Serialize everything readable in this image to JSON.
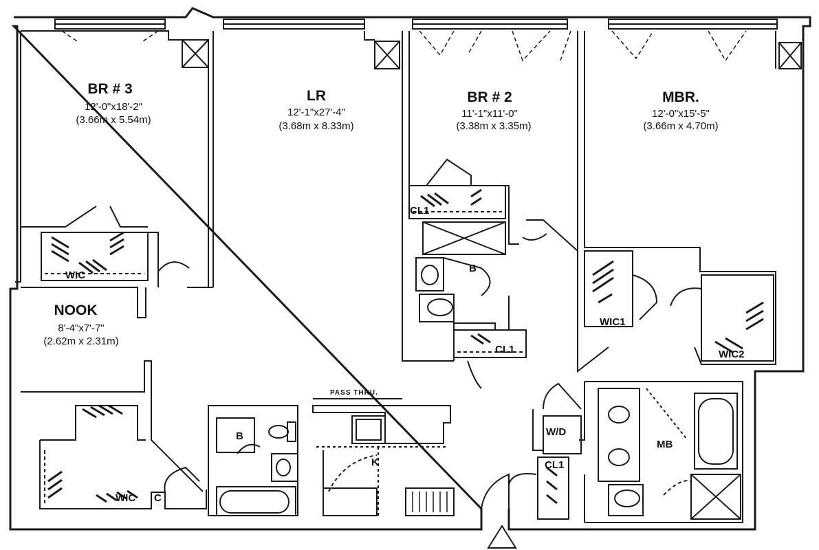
{
  "rooms": {
    "br3": {
      "name": "BR # 3",
      "imperial": "12'-0\"x18'-2\"",
      "metric": "(3.66m x 5.54m)"
    },
    "lr": {
      "name": "LR",
      "imperial": "12'-1\"x27'-4\"",
      "metric": "(3.68m x 8.33m)"
    },
    "br2": {
      "name": "BR # 2",
      "imperial": "11'-1\"x11'-0\"",
      "metric": "(3.38m x 3.35m)"
    },
    "mbr": {
      "name": "MBR.",
      "imperial": "12'-0\"x15'-5\"",
      "metric": "(3.66m x 4.70m)"
    },
    "nook": {
      "name": "NOOK",
      "imperial": "8'-4\"x7'-7\"",
      "metric": "(2.62m x 2.31m)"
    }
  },
  "labels": {
    "wic_br3": "WIC",
    "wic_bottom": "WIC",
    "c_bottom": "C",
    "cl1_br2": "CL1",
    "b_br2": "B",
    "cl1_lower": "CL1",
    "wic1_mbr": "WIC1",
    "wic2_mbr": "WIC2",
    "pass_thru": "PASS THRU.",
    "k": "K",
    "b_hall": "B",
    "wd": "W/D",
    "cl1_mb": "CL1",
    "mb": "MB"
  },
  "colors": {
    "ink": "#1a1a1a",
    "paper": "#ffffff"
  }
}
